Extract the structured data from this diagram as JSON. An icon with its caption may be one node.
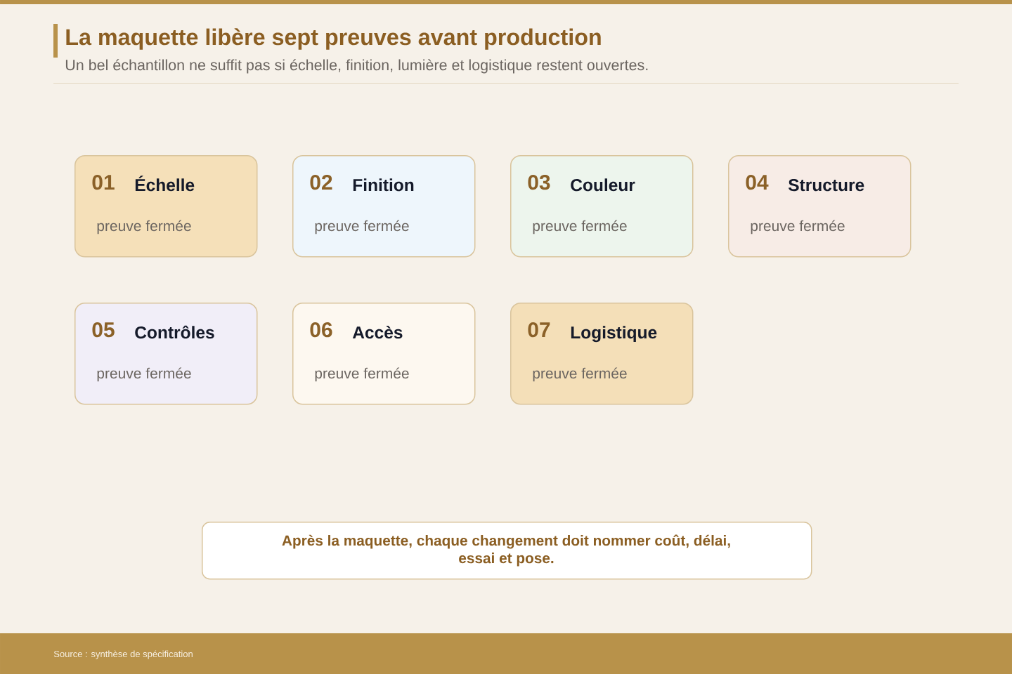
{
  "diagram": {
    "title": "La maquette libère sept preuves avant production",
    "nodes": [
      {
        "text": [
          "01",
          "Échelle",
          "preuve fermée"
        ]
      },
      {
        "text": [
          "02",
          "Finition",
          "preuve fermée"
        ]
      },
      {
        "text": [
          "03",
          "Couleur",
          "preuve fermée"
        ]
      },
      {
        "text": [
          "04",
          "Structure",
          "preuve fermée"
        ]
      },
      {
        "text": [
          "05",
          "Contrôles",
          "preuve fermée"
        ]
      },
      {
        "text": [
          "06",
          "Accès",
          "preuve fermée"
        ]
      },
      {
        "text": [
          "07",
          "Logistique",
          "preuve fermée"
        ]
      },
      {
        "text": [
          "Après la maquette, chaque changement doit nommer coût, délai, essai et pose."
        ]
      }
    ],
    "labels": [
      "Un bel échantillon ne suffit pas si échelle, finition, lumière et logistique restent ouvertes.",
      "Source : synthèse de spécification"
    ]
  }
}
